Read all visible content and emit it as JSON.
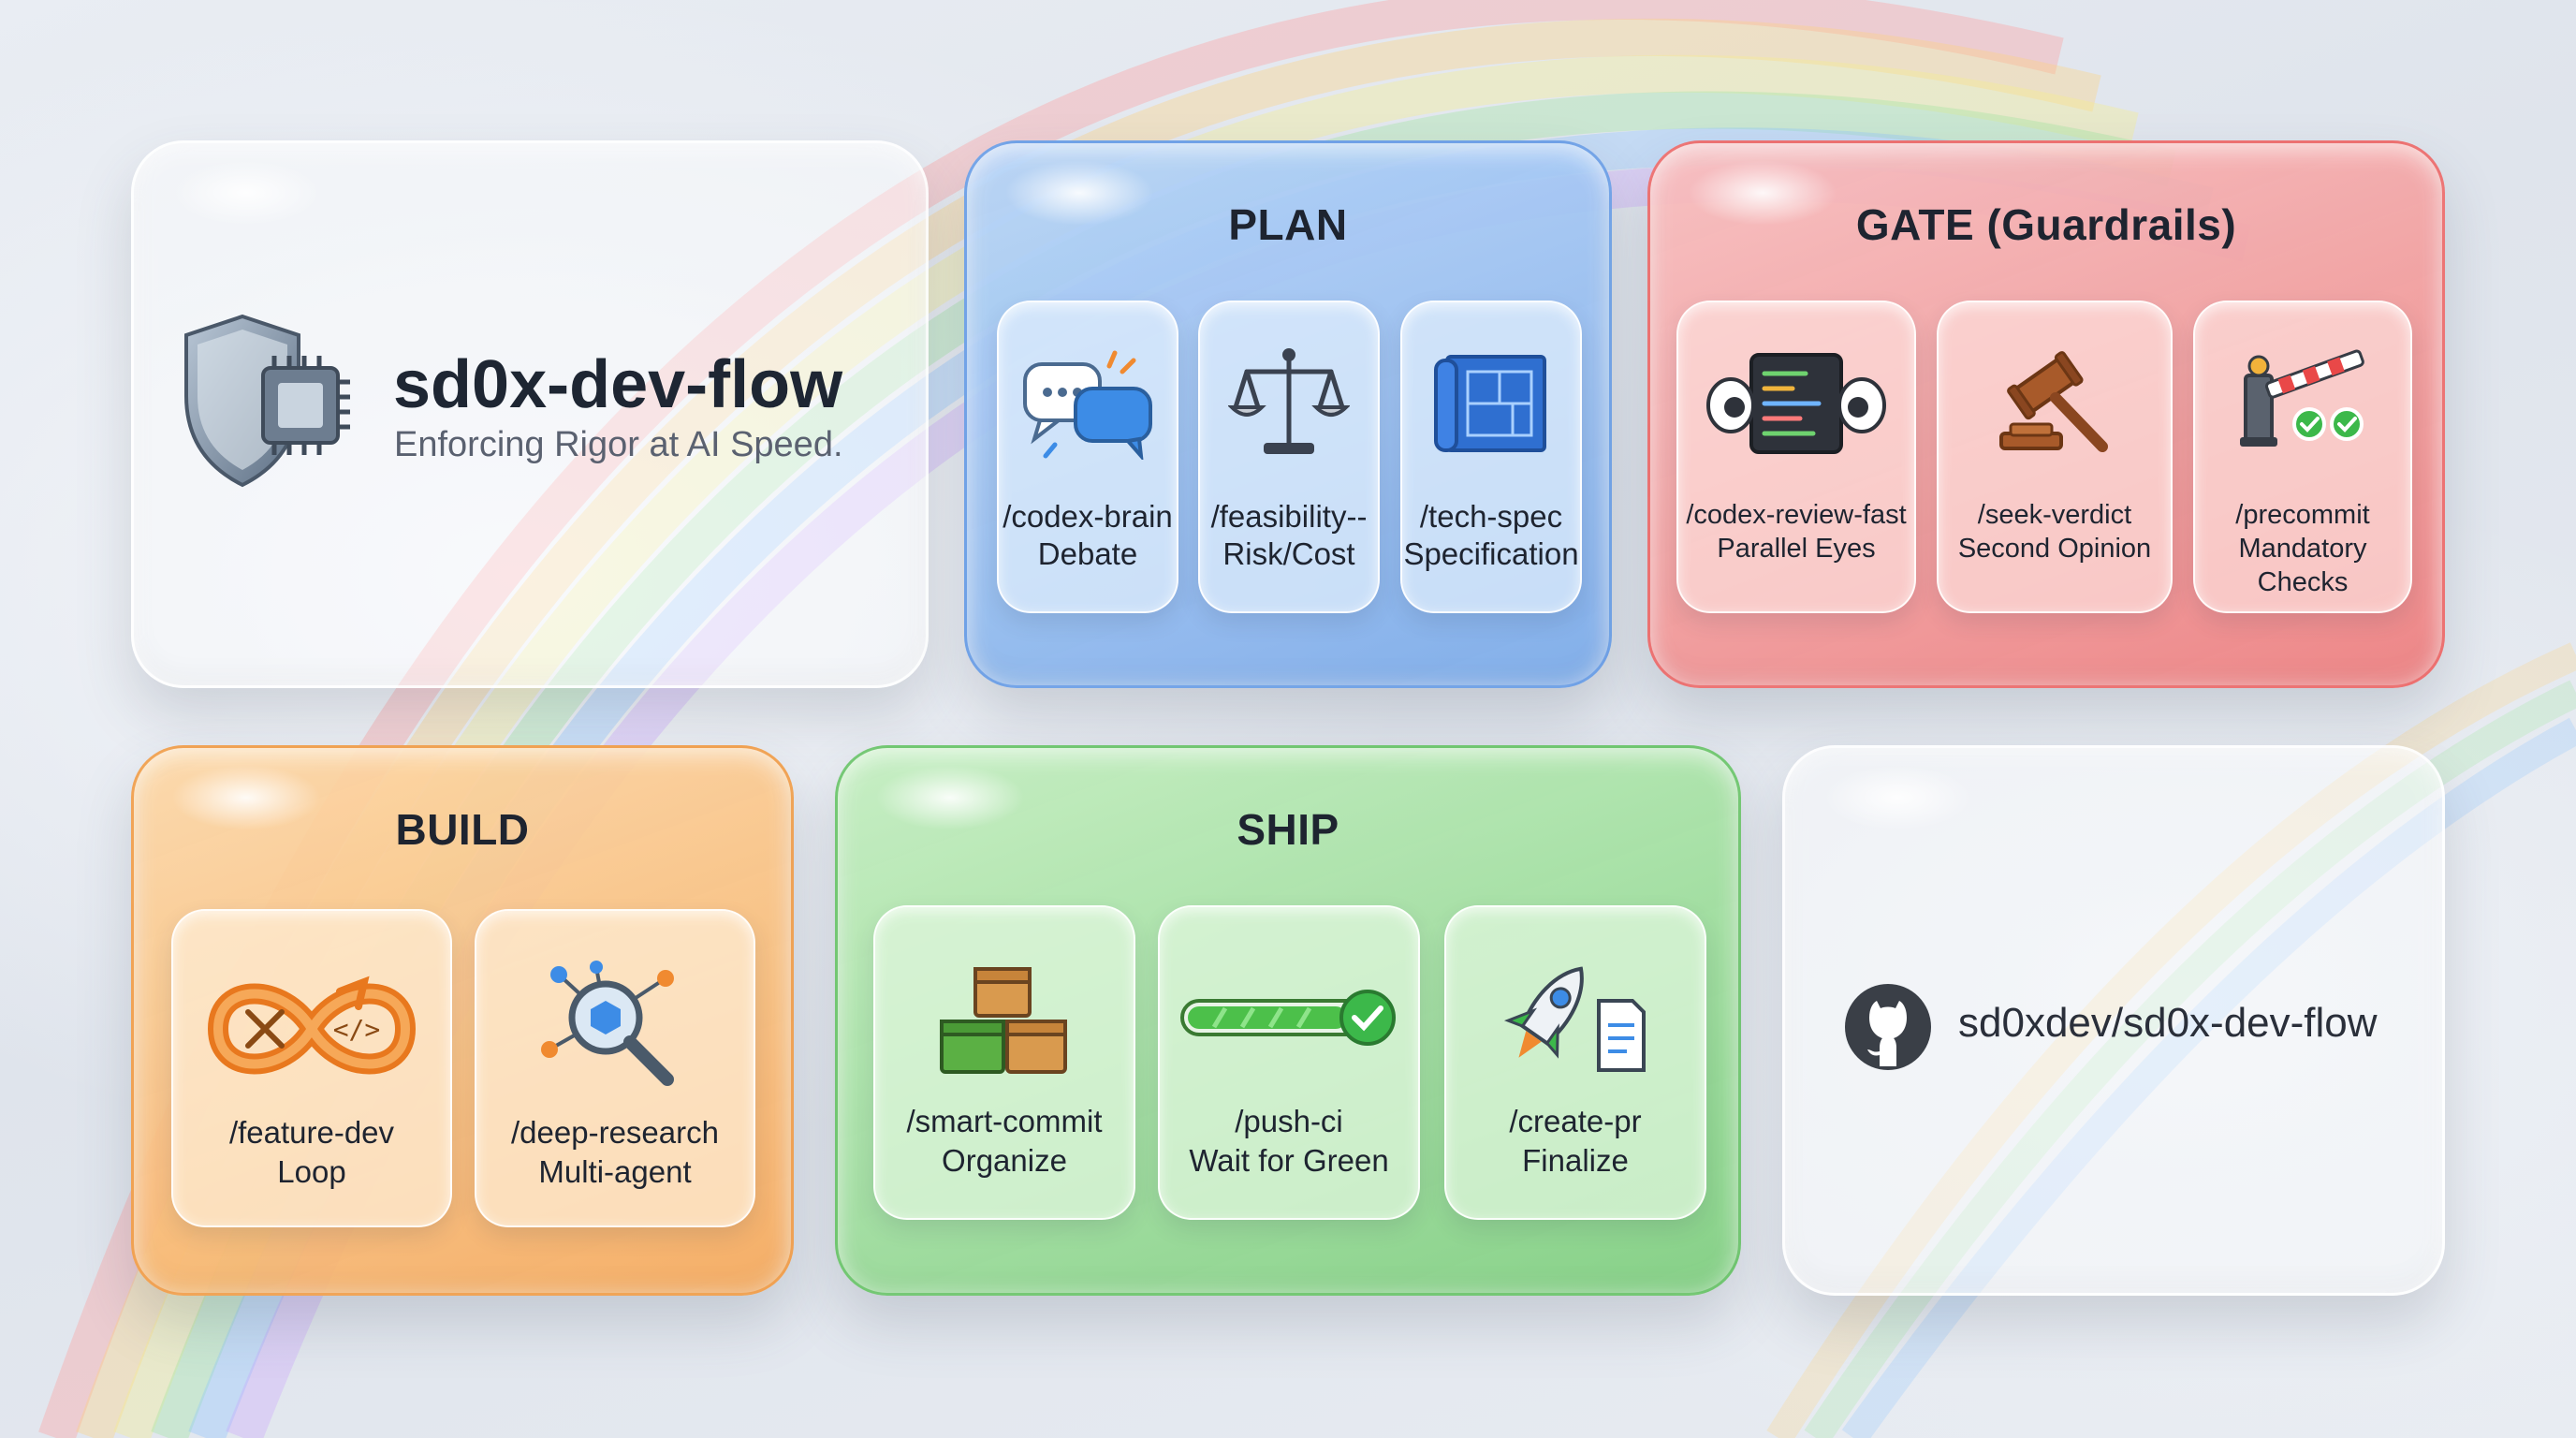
{
  "brand": {
    "title": "sd0x-dev-flow",
    "tagline": "Enforcing Rigor at AI Speed."
  },
  "plan": {
    "title": "PLAN",
    "cards": [
      {
        "command": "/codex-brain",
        "desc": "Debate",
        "icon": "chat-bubbles-icon"
      },
      {
        "command": "/feasibility--",
        "desc": "Risk/Cost",
        "icon": "balance-scale-icon"
      },
      {
        "command": "/tech-spec",
        "desc": "Specification",
        "icon": "blueprint-icon"
      }
    ]
  },
  "gate": {
    "title": "GATE (Guardrails)",
    "cards": [
      {
        "command": "/codex-review-fast",
        "desc": "Parallel Eyes",
        "icon": "code-eyes-icon"
      },
      {
        "command": "/seek-verdict",
        "desc": "Second Opinion",
        "icon": "gavel-icon"
      },
      {
        "command": "/precommit",
        "desc": "Mandatory",
        "desc2": "Checks",
        "icon": "barrier-check-icon"
      }
    ]
  },
  "build": {
    "title": "BUILD",
    "cards": [
      {
        "command": "/feature-dev",
        "desc": "Loop",
        "icon": "infinity-loop-icon"
      },
      {
        "command": "/deep-research",
        "desc": "Multi-agent",
        "icon": "research-network-icon"
      }
    ]
  },
  "ship": {
    "title": "SHIP",
    "cards": [
      {
        "command": "/smart-commit",
        "desc": "Organize",
        "icon": "stacked-boxes-icon"
      },
      {
        "command": "/push-ci",
        "desc": "Wait for Green",
        "icon": "progress-check-icon"
      },
      {
        "command": "/create-pr",
        "desc": "Finalize",
        "icon": "rocket-document-icon"
      }
    ]
  },
  "repo": {
    "text": "sd0xdev/sd0x-dev-flow",
    "icon": "github-icon"
  },
  "colors": {
    "plan": "#7aa8e8",
    "gate": "#ee7878",
    "build": "#f6a858",
    "ship": "#7cce7c"
  }
}
